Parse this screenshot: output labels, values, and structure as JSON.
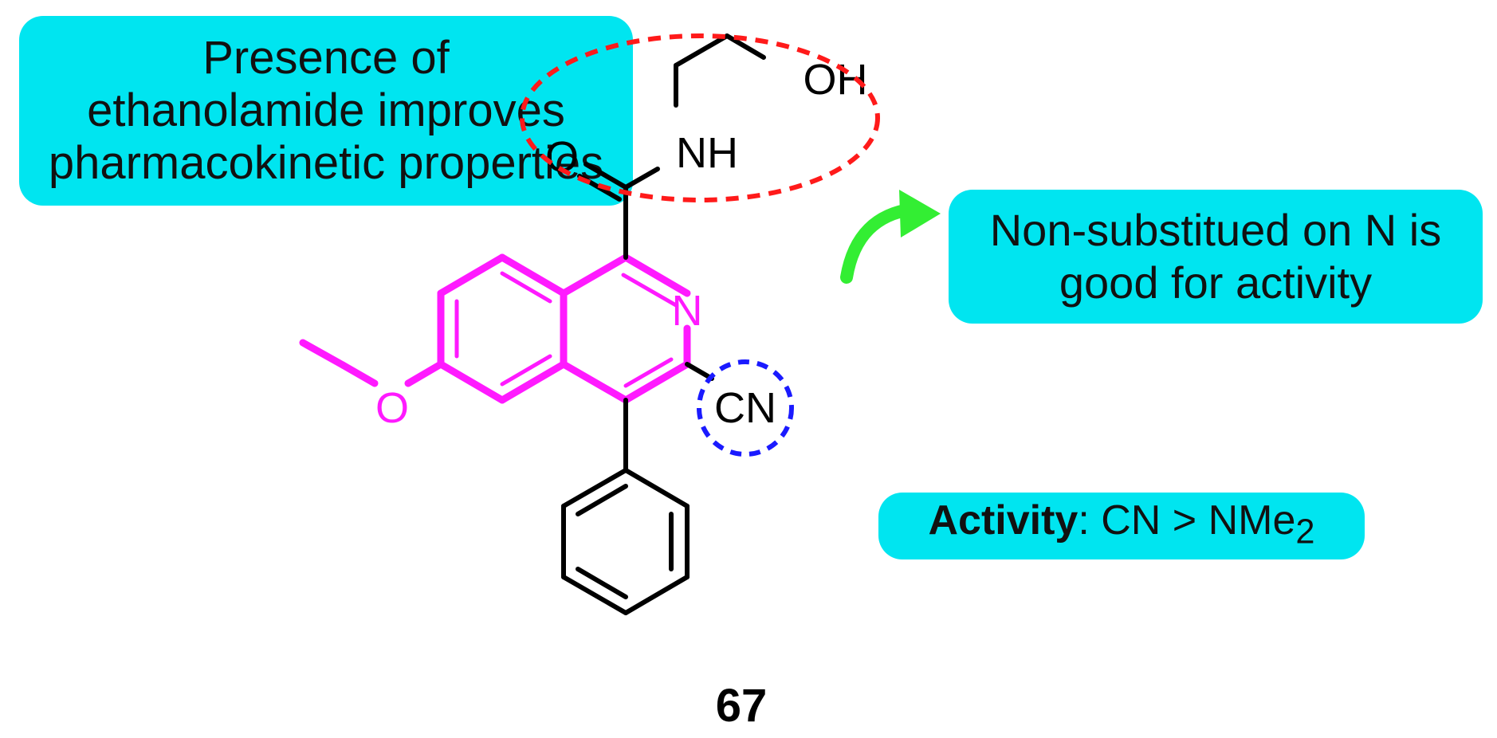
{
  "callouts": {
    "ethanolamide": {
      "lines": [
        "Presence of",
        "ethanolamide improves",
        "pharmacokinetic properties"
      ]
    },
    "n_substitution": {
      "lines": [
        "Non-substitued on N is",
        "good for activity"
      ]
    },
    "activity": {
      "bold": "Activity",
      "rest": ": CN > NMe",
      "subscript": "2"
    }
  },
  "atoms": {
    "oh": "OH",
    "nh": "NH",
    "carbonyl_o": "O",
    "ring_n": "N",
    "cn": "CN",
    "methoxy_o": "O"
  },
  "compound_label": "67",
  "colors": {
    "callout_fill": "#00e5f0",
    "isoquinoline_core": "#ff1aff",
    "bond": "#000000",
    "ethanolamide_highlight": "#ff1a1a",
    "cn_highlight": "#1a1aff",
    "arrow": "#33ee33"
  }
}
